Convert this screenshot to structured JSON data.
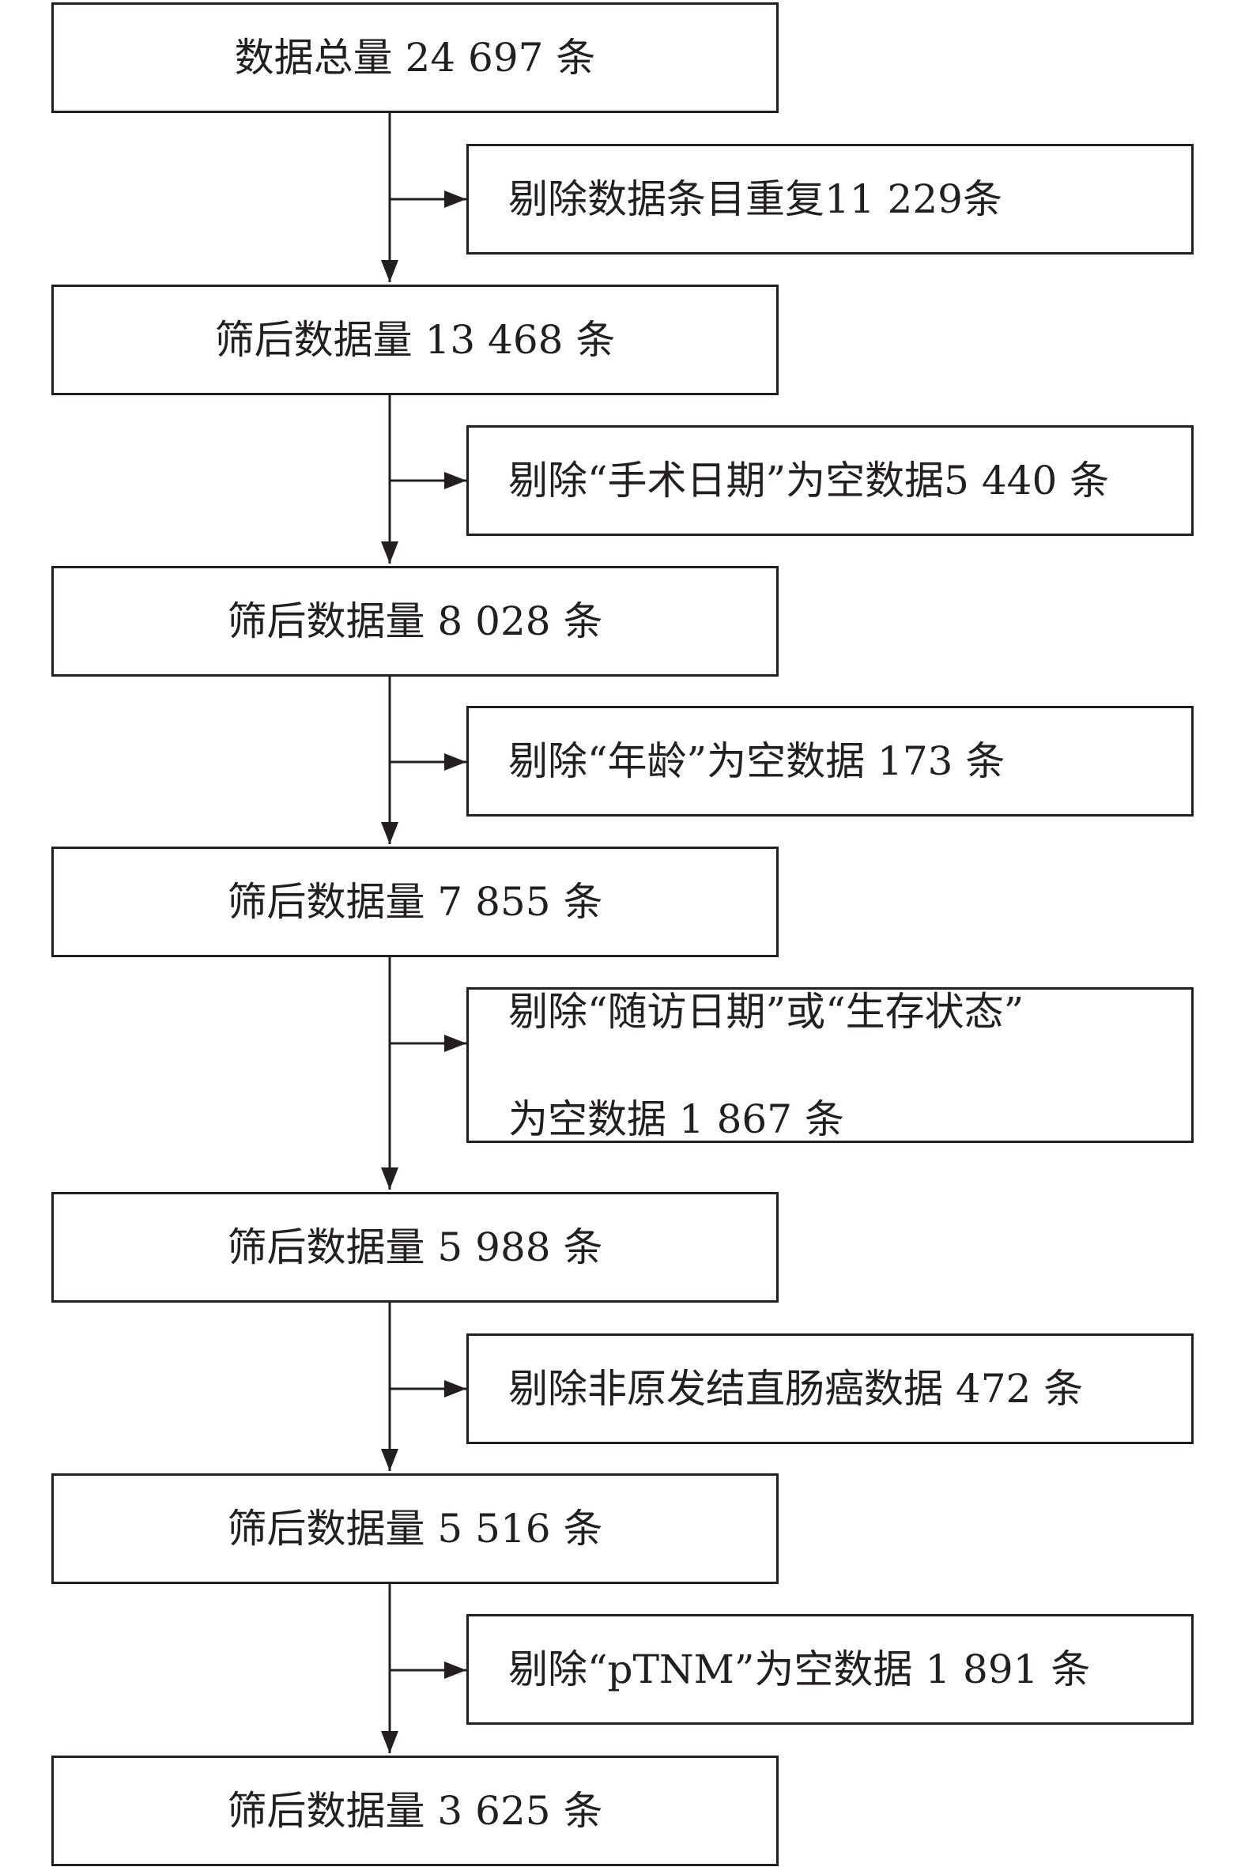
{
  "steps": [
    {
      "text": "数据总量 24 697 条"
    },
    {
      "text": "筛后数据量 13 468 条"
    },
    {
      "text": "筛后数据量 8 028 条"
    },
    {
      "text": "筛后数据量 7 855 条"
    },
    {
      "text": "筛后数据量 5 988 条"
    },
    {
      "text": "筛后数据量 5 516 条"
    },
    {
      "text": "筛后数据量 3 625 条"
    }
  ],
  "exclusions": [
    {
      "text": "剔除数据条目重复11 229条"
    },
    {
      "text": "剔除“手术日期”为空数据5 440 条"
    },
    {
      "text": "剔除“年龄”为空数据 173 条"
    },
    {
      "line1": "剔除“随访日期”或“生存状态”",
      "line2": "为空数据 1 867 条"
    },
    {
      "text": "剔除非原发结直肠癌数据 472 条"
    },
    {
      "text": "剔除“pTNM”为空数据 1 891 条"
    }
  ]
}
